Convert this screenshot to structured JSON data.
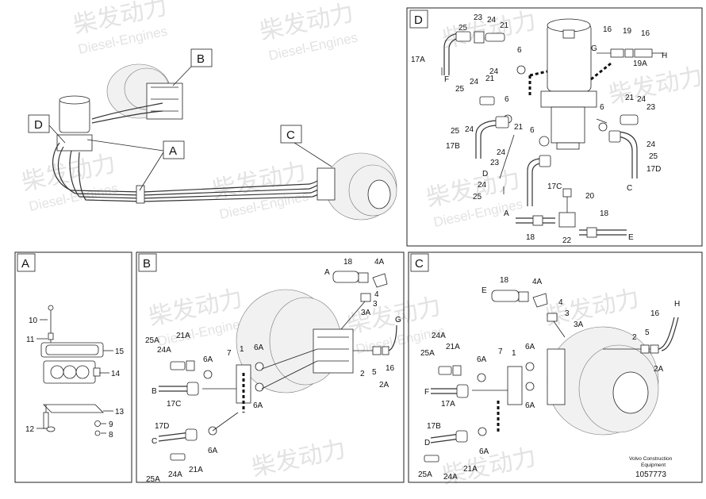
{
  "watermark": {
    "cn": "柴发动力",
    "en": "Diesel-Engines"
  },
  "panels": {
    "overview": {
      "callouts": [
        "B",
        "D",
        "A",
        "C"
      ]
    },
    "A": {
      "title": "A",
      "labels": [
        "10",
        "11",
        "15",
        "14",
        "13",
        "12",
        "9",
        "8"
      ]
    },
    "B": {
      "title": "B",
      "labels": [
        "18",
        "4A",
        "A",
        "4",
        "3",
        "3A",
        "G",
        "25A",
        "21A",
        "24A",
        "6A",
        "7",
        "1",
        "6A",
        "B",
        "17C",
        "6A",
        "2",
        "5",
        "16",
        "2A",
        "17D",
        "C",
        "6A",
        "25A",
        "24A",
        "21A"
      ]
    },
    "C": {
      "title": "C",
      "labels": [
        "18",
        "4A",
        "E",
        "4",
        "3",
        "3A",
        "16",
        "H",
        "5",
        "2",
        "2A",
        "24A",
        "25A",
        "21A",
        "7",
        "6A",
        "1",
        "6A",
        "F",
        "17A",
        "6A",
        "17B",
        "D",
        "6A",
        "25A",
        "24A",
        "21A"
      ],
      "caption": {
        "maker_line1": "Volvo Construction",
        "maker_line2": "Equipment",
        "drawing_no": "1057773"
      }
    },
    "D": {
      "title": "D",
      "labels": [
        "25",
        "23",
        "24",
        "21",
        "17A",
        "F",
        "6",
        "G",
        "16",
        "19",
        "16",
        "H",
        "19A",
        "24",
        "24",
        "21",
        "25",
        "6",
        "25",
        "24",
        "21",
        "17B",
        "6",
        "24",
        "23",
        "D",
        "24",
        "25",
        "17C",
        "20",
        "21",
        "24",
        "23",
        "6",
        "24",
        "25",
        "17D",
        "C",
        "A",
        "18",
        "18",
        "E",
        "22"
      ]
    }
  }
}
